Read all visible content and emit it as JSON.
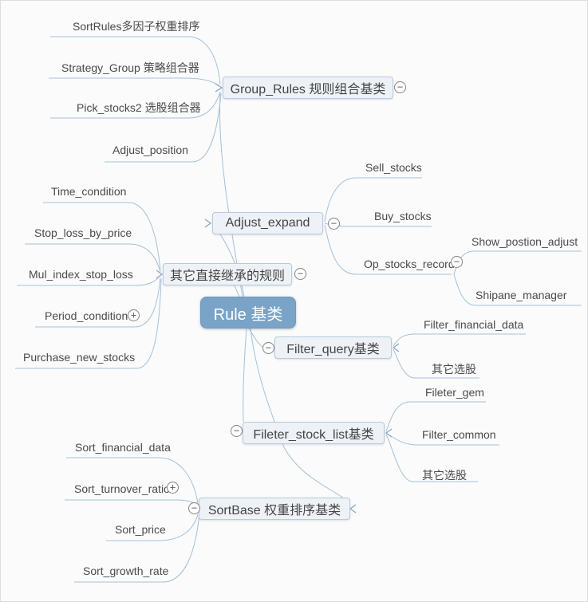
{
  "root": {
    "label": "Rule 基类"
  },
  "branches": [
    {
      "label": "Group_Rules 规则组合基类",
      "children": [
        {
          "label": "SortRules多因子权重排序"
        },
        {
          "label": "Strategy_Group 策略组合器"
        },
        {
          "label": "Pick_stocks2 选股组合器"
        },
        {
          "label": "Adjust_position"
        }
      ]
    },
    {
      "label": "Adjust_expand",
      "children": [
        {
          "label": "Sell_stocks"
        },
        {
          "label": "Buy_stocks"
        },
        {
          "label": "Op_stocks_record",
          "children": [
            {
              "label": "Show_postion_adjust"
            },
            {
              "label": "Shipane_manager"
            }
          ]
        }
      ]
    },
    {
      "label": "其它直接继承的规则",
      "children": [
        {
          "label": "Time_condition"
        },
        {
          "label": "Stop_loss_by_price"
        },
        {
          "label": "Mul_index_stop_loss"
        },
        {
          "label": "Period_condition"
        },
        {
          "label": "Purchase_new_stocks"
        }
      ]
    },
    {
      "label": "Filter_query基类",
      "children": [
        {
          "label": "Filter_financial_data"
        },
        {
          "label": "其它选股"
        }
      ]
    },
    {
      "label": "Fileter_stock_list基类",
      "children": [
        {
          "label": "Fileter_gem"
        },
        {
          "label": "Filter_common"
        },
        {
          "label": "其它选股"
        }
      ]
    },
    {
      "label": "SortBase 权重排序基类",
      "children": [
        {
          "label": "Sort_financial_data"
        },
        {
          "label": "Sort_turnover_ratio"
        },
        {
          "label": "Sort_price"
        },
        {
          "label": "Sort_growth_rate"
        }
      ]
    }
  ],
  "symbols": {
    "minus": "−",
    "plus": "+"
  },
  "colors": {
    "center_node": "#79a3c7",
    "node_fill": "#eef2f7",
    "node_border": "#b6cbdd",
    "connector": "#a4c0d9",
    "text": "#4a4a4a"
  }
}
